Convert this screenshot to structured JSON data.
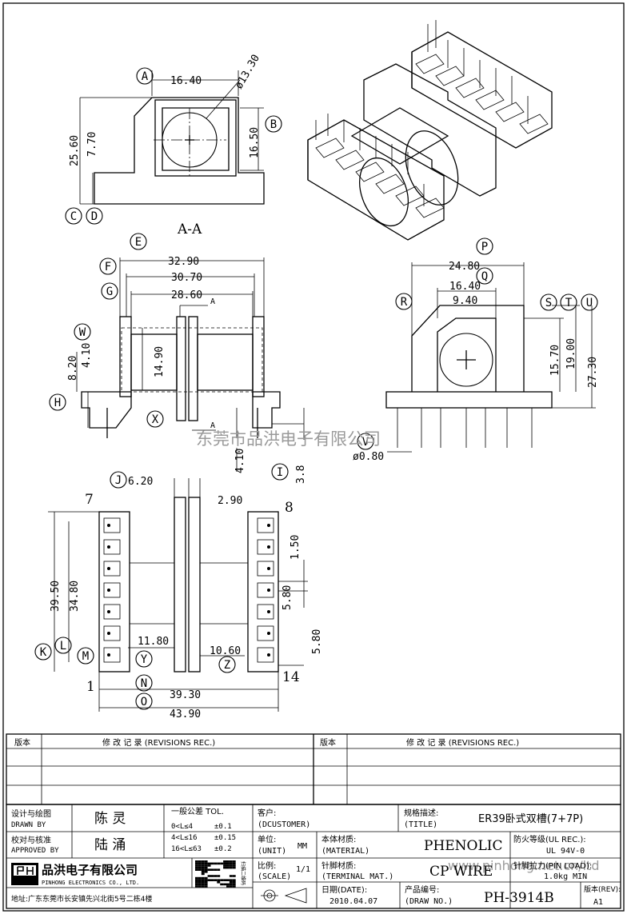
{
  "section": {
    "label": "A-A"
  },
  "dims": {
    "a_w": "16.40",
    "a_dia": "ø13.30",
    "a_h1": "25.60",
    "a_h2": "7.70",
    "a_h3": "16.50",
    "f_w1": "32.90",
    "f_w2": "30.70",
    "f_w3": "28.60",
    "f_h1": "14.90",
    "f_h2": "8.20",
    "f_h3": "4.10",
    "f_h4": "4.10",
    "f_h5": "3.8",
    "r_w1": "24.80",
    "r_w2": "16.40",
    "r_w3": "9.40",
    "r_h1": "15.70",
    "r_h2": "19.00",
    "r_h3": "27.30",
    "r_pin": "ø0.80",
    "b_j": "6.20",
    "b_gap": "2.90",
    "b_h1": "39.50",
    "b_h2": "34.80",
    "b_p1": "1.50",
    "b_p2": "5.80",
    "b_p3": "5.80",
    "b_w1": "11.80",
    "b_w2": "10.60",
    "b_w3": "39.30",
    "b_w4": "43.90",
    "sec_arrow": "A"
  },
  "markers": [
    "A",
    "B",
    "C",
    "D",
    "E",
    "F",
    "G",
    "H",
    "I",
    "J",
    "K",
    "L",
    "M",
    "N",
    "O",
    "P",
    "Q",
    "R",
    "S",
    "T",
    "U",
    "V",
    "W",
    "X",
    "Y",
    "Z"
  ],
  "pins": {
    "p7": "7",
    "p8": "8",
    "p1": "1",
    "p14": "14"
  },
  "watermark": {
    "cn": "东莞市品洪电子有限公司",
    "url": "www.pinhong.net.cn/ltd"
  },
  "revisions": {
    "left_ver": "版本",
    "left_rec": "修 改 记 录 (REVISIONS REC.)",
    "right_ver": "版本",
    "right_rec": "修 改 记 录 (REVISIONS REC.)"
  },
  "title_block": {
    "design_cn": "设计与绘图",
    "design_en": "DRAWN BY",
    "designer": "陈 灵",
    "check_cn": "校对与核准",
    "check_en": "APPROVED BY",
    "checker": "陆 涌",
    "tol_title": "一般公差 TOL.",
    "tol_rows": [
      {
        "range": "0<L≤4",
        "val": "±0.1"
      },
      {
        "range": "4<L≤16",
        "val": "±0.15"
      },
      {
        "range": "16<L≤63",
        "val": "±0.2"
      }
    ],
    "customer_cn": "客户:",
    "customer_en": "(DCUSTOMER)",
    "title_cn": "规格描述:",
    "title_en": "(TITLE)",
    "title_val": "ER39卧式双槽(7+7P)",
    "unit_cn": "单位:",
    "unit_en": "(UNIT)",
    "unit_val": "MM",
    "material_cn": "本体材质:",
    "material_en": "(MATERIAL)",
    "material_val": "PHENOLIC",
    "fire_cn": "防火等级(UL REC.):",
    "fire_val": "UL 94V-0",
    "scale_cn": "比例:",
    "scale_en": "(SCALE)",
    "scale_val": "1/1",
    "terminal_cn": "针脚材质:",
    "terminal_en": "(TERMINAL MAT.)",
    "terminal_val": "CP WIRE",
    "pinload_cn": "针脚拉力(PIN LOAD):",
    "pinload_val": "1.0kg MIN",
    "date_cn": "日期(DATE):",
    "date_val": "2010.04.07",
    "drawno_cn": "产品编号:",
    "drawno_en": "(DRAW NO.)",
    "drawno_val": "PH-3914B",
    "rev_cn": "版本(REV):",
    "rev_val": "A1",
    "company_cn": "品洪电子有限公司",
    "company_en": "PINHONG ELECTRONICS CO., LTD.",
    "address": "地址:广东东莞市长安镇先兴北街5号二栋4楼",
    "qr_note": "扫描二维码"
  }
}
